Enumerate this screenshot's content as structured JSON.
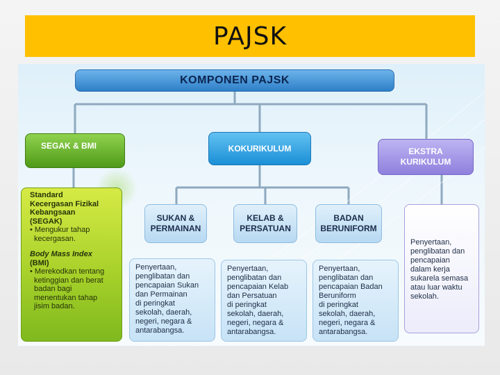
{
  "slide": {
    "title": "PAJSK"
  },
  "diagram": {
    "root": "KOMPONEN PAJSK",
    "segak_bmi": "SEGAK & BMI",
    "kokurikulum": "KOKURIKULUM",
    "ekstra": [
      "EKSTRA",
      "KURIKULUM"
    ],
    "sub": [
      [
        "SUKAN &",
        "PERMAINAN"
      ],
      [
        "KELAB &",
        "PERSATUAN"
      ],
      [
        "BADAN",
        "BERUNIFORM"
      ]
    ],
    "descriptions": [
      [
        "Penyertaan,",
        "penglibatan dan",
        "pencapaian Sukan",
        "dan Permainan",
        "di peringkat",
        "sekolah, daerah,",
        "negeri, negara &",
        "antarabangsa."
      ],
      [
        "Penyertaan,",
        "penglibatan dan",
        "pencapaian Kelab",
        "dan Persatuan",
        "di peringkat",
        "sekolah, daerah,",
        "negeri, negara &",
        "antarabangsa."
      ],
      [
        "Penyertaan,",
        "penglibatan dan",
        "pencapaian Badan",
        "Beruniform",
        "di peringkat",
        "sekolah, daerah,",
        "negeri, negara &",
        "antarabangsa."
      ]
    ],
    "ekstra_desc": [
      "Penyertaan,",
      "penglibatan dan",
      "pencapaian",
      "dalam kerja",
      "sukarela semasa",
      "atau luar waktu",
      "sekolah."
    ],
    "segak_panel": {
      "segak_title": [
        "Standard",
        "Kecergasan Fizikal",
        "Kebangsaan",
        "(SEGAK)"
      ],
      "segak_bullet": [
        "• Mengukur  tahap",
        "  kecergasan."
      ],
      "bmi_title": [
        "Body Mass Index",
        "(BMI)"
      ],
      "bmi_bullet": [
        "• Merekodkan tentang",
        "  ketinggian dan berat",
        "  badan bagi",
        "  menentukan tahap",
        "  jisim badan."
      ]
    }
  }
}
